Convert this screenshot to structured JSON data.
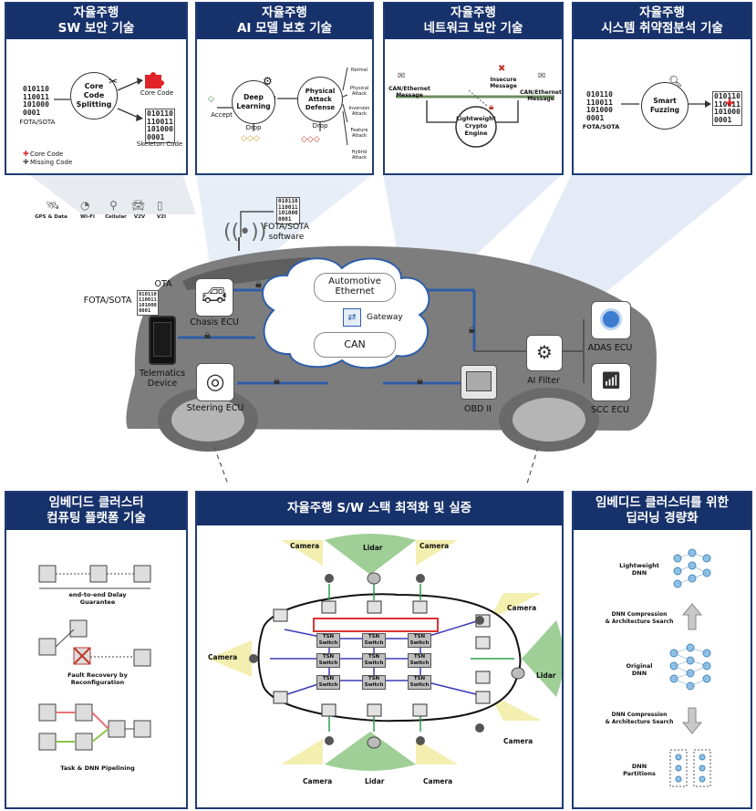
{
  "top_panels": [
    {
      "title_line1": "자율주행",
      "title_line2": "SW 보안 기술"
    },
    {
      "title_line1": "자율주행",
      "title_line2": "AI 모델 보호 기술"
    },
    {
      "title_line1": "자율주행",
      "title_line2": "네트워크 보안 기술"
    },
    {
      "title_line1": "자율주행",
      "title_line2": "시스템 취약점분석 기술"
    }
  ],
  "sw_security": {
    "binary": "010110\n110011\n101000\n0001",
    "fota_label": "FOTA/SOTA",
    "splitting_label": "Core\nCode\nSplitting",
    "core_code_label": "Core Code",
    "skeleton_binary": "010110\n110011\n101000\n0001",
    "skeleton_label": "Skeleton Code",
    "legend_core": "Core Code",
    "legend_missing": "Missing Code"
  },
  "ai_protection": {
    "deep_learning": "Deep\nLearning",
    "physical_defense": "Physical\nAttack\nDefense",
    "accept": "Accept",
    "drop1": "Drop",
    "drop2": "Drop",
    "attack_types": [
      "Normal",
      "Physical Attack",
      "Inversion Attack",
      "Feature Attack",
      "Hybrid Attack"
    ]
  },
  "network_security": {
    "can_eth_left": "CAN/Ethernet\nMessage",
    "can_eth_right": "CAN/Ethernet\nMessage",
    "insecure": "Insecure\nMessage",
    "crypto_engine": "Lightweight\nCrypto\nEngine"
  },
  "vuln_analysis": {
    "binary_left": "010110\n110011\n101000\n0001",
    "fota_label": "FOTA/SOTA",
    "smart_fuzzing": "Smart\nFuzzing",
    "binary_right": "010110\n110011\n101000\n0001"
  },
  "car": {
    "connectivity": [
      "GPS & Data",
      "Wi-Fi",
      "Cellular",
      "V2V",
      "V2I"
    ],
    "fota_software_binary": "010110\n110011\n101000\n0001",
    "fota_software_label": "FOTA/SOTA\nsoftware",
    "ota_label": "OTA",
    "fota_left_label": "FOTA/SOTA",
    "fota_left_binary": "010110\n110011\n101000\n0001",
    "chasis_ecu": "Chasis ECU",
    "telematics": "Telematics\nDevice",
    "steering_ecu": "Steering ECU",
    "automotive_ethernet": "Automotive\nEthernet",
    "gateway": "Gateway",
    "can": "CAN",
    "obd": "OBD II",
    "ai_filter": "AI Filter",
    "adas_ecu": "ADAS ECU",
    "scc_ecu": "SCC ECU"
  },
  "bottom_panels": [
    {
      "title_line1": "임베디드 클러스터",
      "title_line2": "컴퓨팅 플랫폼 기술"
    },
    {
      "title_line1": "자율주행 S/W 스택 최적화 및 실증",
      "title_line2": ""
    },
    {
      "title_line1": "임베디드 클러스터를 위한",
      "title_line2": "딥러닝 경량화"
    }
  ],
  "cluster_platform": {
    "delay_label": "end-to-end Delay\nGuarantee",
    "fault_label": "Fault Recovery by\nReconfiguration",
    "pipeline_label": "Task & DNN Pipelining"
  },
  "stack_optimization": {
    "camera_label": "Camera",
    "lidar_label": "Lidar",
    "tsn_label": "TSN\nSwitch"
  },
  "dnn_lightweight": {
    "lightweight": "Lightweight\nDNN",
    "compression_up": "DNN Compression\n& Architecture Search",
    "original": "Original\nDNN",
    "compression_down": "DNN Compression\n& Architecture Search",
    "partitions": "DNN\nPartitions"
  },
  "colors": {
    "header_bg": "#17316b",
    "car_gray": "#7d7d7d",
    "bus_blue": "#2f5ea8",
    "lidar_green": "#9fcf97",
    "camera_yellow": "#f3efb0",
    "core_red": "#e0242a"
  }
}
